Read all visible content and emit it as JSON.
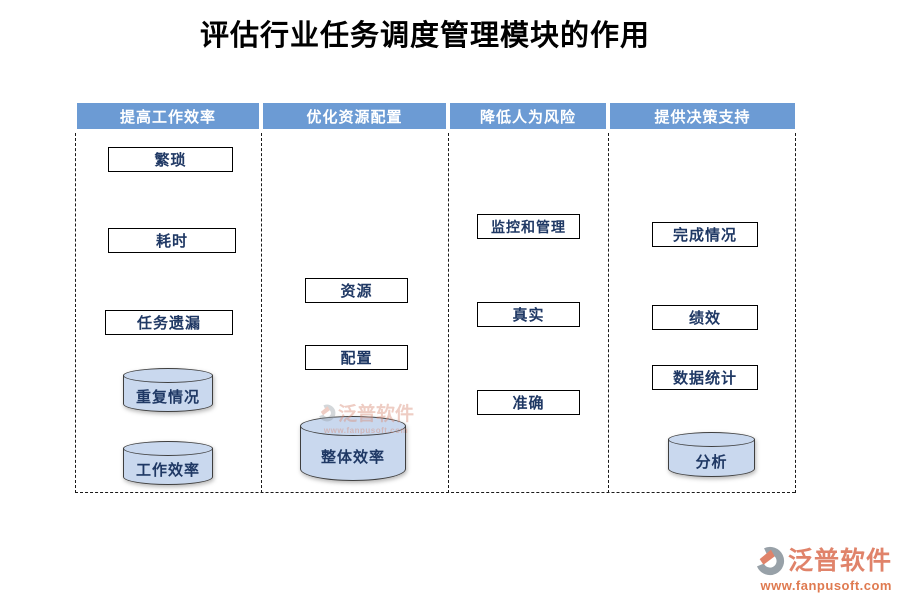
{
  "title": "评估行业任务调度管理模块的作用",
  "lanes": [
    {
      "header": "提高工作效率",
      "items": [
        {
          "label": "繁琐",
          "shape": "box"
        },
        {
          "label": "耗时",
          "shape": "box"
        },
        {
          "label": "任务遗漏",
          "shape": "box"
        },
        {
          "label": "重复情况",
          "shape": "cylinder"
        },
        {
          "label": "工作效率",
          "shape": "cylinder"
        }
      ]
    },
    {
      "header": "优化资源配置",
      "items": [
        {
          "label": "资源",
          "shape": "box"
        },
        {
          "label": "配置",
          "shape": "box"
        },
        {
          "label": "整体效率",
          "shape": "cylinder"
        }
      ]
    },
    {
      "header": "降低人为风险",
      "items": [
        {
          "label": "监控和管理",
          "shape": "box"
        },
        {
          "label": "真实",
          "shape": "box"
        },
        {
          "label": "准确",
          "shape": "box"
        }
      ]
    },
    {
      "header": "提供决策支持",
      "items": [
        {
          "label": "完成情况",
          "shape": "box"
        },
        {
          "label": "绩效",
          "shape": "box"
        },
        {
          "label": "数据统计",
          "shape": "box"
        },
        {
          "label": "分析",
          "shape": "cylinder"
        }
      ]
    }
  ],
  "watermark_center": {
    "text": "泛普软件",
    "url": "www.fanpusoft.com"
  },
  "logo": {
    "text": "泛普软件",
    "url": "www.fanpusoft.com"
  },
  "colors": {
    "header_bg": "#6C9BD4",
    "header_text": "#FFFFFF",
    "box_border": "#000000",
    "label_text": "#1F3864",
    "cylinder_fill": "#C9D8EE",
    "cylinder_border": "#3F3F3F",
    "logo_text": "#E0836A",
    "logo_url": "#DF7A50",
    "dash_line": "#1A1A1A"
  }
}
